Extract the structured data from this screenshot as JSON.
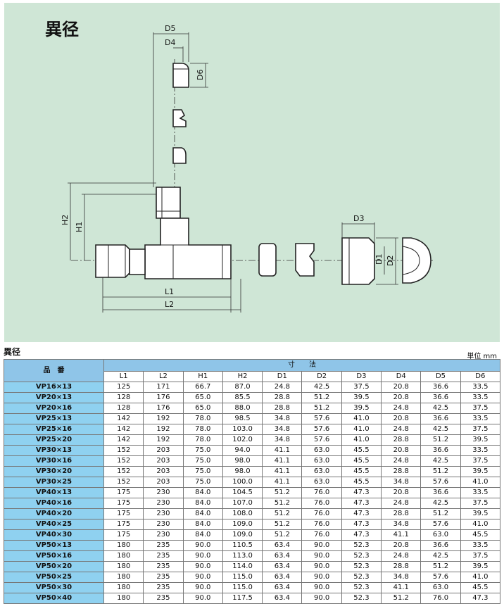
{
  "drawing": {
    "title": "異径",
    "dimension_labels": {
      "d5": "D5",
      "d4": "D4",
      "d6": "D6",
      "h2": "H2",
      "h1": "H1",
      "d3": "D3",
      "d1": "D1",
      "d2": "D2",
      "l1": "L1",
      "l2": "L2"
    }
  },
  "table": {
    "title": "異径",
    "unit": "単位 mm",
    "part_header": "品　番",
    "dimension_header": "寸　　法",
    "columns": [
      "L1",
      "L2",
      "H1",
      "H2",
      "D1",
      "D2",
      "D3",
      "D4",
      "D5",
      "D6"
    ],
    "rows": [
      {
        "part": "VP16×13",
        "values": [
          "125",
          "171",
          "66.7",
          "87.0",
          "24.8",
          "42.5",
          "37.5",
          "20.8",
          "36.6",
          "33.5"
        ]
      },
      {
        "part": "VP20×13",
        "values": [
          "128",
          "176",
          "65.0",
          "85.5",
          "28.8",
          "51.2",
          "39.5",
          "20.8",
          "36.6",
          "33.5"
        ]
      },
      {
        "part": "VP20×16",
        "values": [
          "128",
          "176",
          "65.0",
          "88.0",
          "28.8",
          "51.2",
          "39.5",
          "24.8",
          "42.5",
          "37.5"
        ]
      },
      {
        "part": "VP25×13",
        "values": [
          "142",
          "192",
          "78.0",
          "98.5",
          "34.8",
          "57.6",
          "41.0",
          "20.8",
          "36.6",
          "33.5"
        ]
      },
      {
        "part": "VP25×16",
        "values": [
          "142",
          "192",
          "78.0",
          "103.0",
          "34.8",
          "57.6",
          "41.0",
          "24.8",
          "42.5",
          "37.5"
        ]
      },
      {
        "part": "VP25×20",
        "values": [
          "142",
          "192",
          "78.0",
          "102.0",
          "34.8",
          "57.6",
          "41.0",
          "28.8",
          "51.2",
          "39.5"
        ]
      },
      {
        "part": "VP30×13",
        "values": [
          "152",
          "203",
          "75.0",
          "94.0",
          "41.1",
          "63.0",
          "45.5",
          "20.8",
          "36.6",
          "33.5"
        ]
      },
      {
        "part": "VP30×16",
        "values": [
          "152",
          "203",
          "75.0",
          "98.0",
          "41.1",
          "63.0",
          "45.5",
          "24.8",
          "42.5",
          "37.5"
        ]
      },
      {
        "part": "VP30×20",
        "values": [
          "152",
          "203",
          "75.0",
          "98.0",
          "41.1",
          "63.0",
          "45.5",
          "28.8",
          "51.2",
          "39.5"
        ]
      },
      {
        "part": "VP30×25",
        "values": [
          "152",
          "203",
          "75.0",
          "100.0",
          "41.1",
          "63.0",
          "45.5",
          "34.8",
          "57.6",
          "41.0"
        ]
      },
      {
        "part": "VP40×13",
        "values": [
          "175",
          "230",
          "84.0",
          "104.5",
          "51.2",
          "76.0",
          "47.3",
          "20.8",
          "36.6",
          "33.5"
        ]
      },
      {
        "part": "VP40×16",
        "values": [
          "175",
          "230",
          "84.0",
          "107.0",
          "51.2",
          "76.0",
          "47.3",
          "24.8",
          "42.5",
          "37.5"
        ]
      },
      {
        "part": "VP40×20",
        "values": [
          "175",
          "230",
          "84.0",
          "108.0",
          "51.2",
          "76.0",
          "47.3",
          "28.8",
          "51.2",
          "39.5"
        ]
      },
      {
        "part": "VP40×25",
        "values": [
          "175",
          "230",
          "84.0",
          "109.0",
          "51.2",
          "76.0",
          "47.3",
          "34.8",
          "57.6",
          "41.0"
        ]
      },
      {
        "part": "VP40×30",
        "values": [
          "175",
          "230",
          "84.0",
          "109.0",
          "51.2",
          "76.0",
          "47.3",
          "41.1",
          "63.0",
          "45.5"
        ]
      },
      {
        "part": "VP50×13",
        "values": [
          "180",
          "235",
          "90.0",
          "110.5",
          "63.4",
          "90.0",
          "52.3",
          "20.8",
          "36.6",
          "33.5"
        ]
      },
      {
        "part": "VP50×16",
        "values": [
          "180",
          "235",
          "90.0",
          "113.0",
          "63.4",
          "90.0",
          "52.3",
          "24.8",
          "42.5",
          "37.5"
        ]
      },
      {
        "part": "VP50×20",
        "values": [
          "180",
          "235",
          "90.0",
          "114.0",
          "63.4",
          "90.0",
          "52.3",
          "28.8",
          "51.2",
          "39.5"
        ]
      },
      {
        "part": "VP50×25",
        "values": [
          "180",
          "235",
          "90.0",
          "115.0",
          "63.4",
          "90.0",
          "52.3",
          "34.8",
          "57.6",
          "41.0"
        ]
      },
      {
        "part": "VP50×30",
        "values": [
          "180",
          "235",
          "90.0",
          "115.0",
          "63.4",
          "90.0",
          "52.3",
          "41.1",
          "63.0",
          "45.5"
        ]
      },
      {
        "part": "VP50×40",
        "values": [
          "180",
          "235",
          "90.0",
          "117.5",
          "63.4",
          "90.0",
          "52.3",
          "51.2",
          "76.0",
          "47.3"
        ]
      }
    ]
  },
  "colors": {
    "drawing_background": "#cfe6d6",
    "header_blue": "#8fc5e8",
    "part_cell_blue": "#8fd1f0"
  }
}
